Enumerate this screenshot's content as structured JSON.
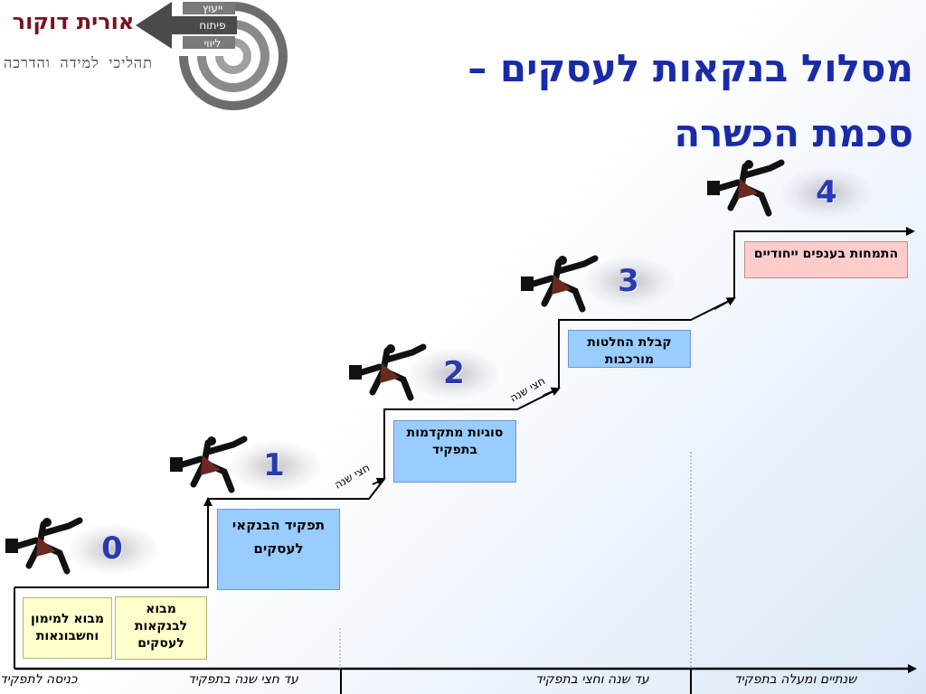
{
  "logo": {
    "name": "אורית דוקור",
    "subtitle": "תהליכי למידה והדרכה",
    "tags": [
      "ייעוץ",
      "פיתוח",
      "ליווי"
    ]
  },
  "title": {
    "line1": "מסלול בנקאות לעסקים –",
    "line2": "סכמת הכשרה"
  },
  "steps": [
    {
      "number": "0"
    },
    {
      "number": "1"
    },
    {
      "number": "2"
    },
    {
      "number": "3"
    },
    {
      "number": "4"
    }
  ],
  "boxes": {
    "intro_finance": "מבוא למימון וחשבונאות",
    "intro_business_banking": "מבוא לבנקאות לעסקים",
    "business_banker_role": "תפקיד הבנקאי לעסקים",
    "advanced_topics": "סוגיות מתקדמות בתפקיד",
    "complex_decisions": "קבלת החלטות מורכבות",
    "special_sectors": "התמחות בענפים ייחודיים"
  },
  "half_year_labels": [
    "חצי שנה",
    "חצי שנה"
  ],
  "timeline": {
    "entry": "כניסה לתפקיד",
    "half_year": "עד חצי שנה בתפקיד",
    "year_and_half": "עד שנה וחצי בתפקיד",
    "two_years_plus": "שנתיים ומעלה בתפקיד"
  },
  "colors": {
    "title": "#1a2ba8",
    "logo_name": "#7a1024",
    "number": "#2a3ab0",
    "yellow_box": "#ffffcc",
    "blue_box": "#99ccff",
    "pink_box": "#ffcccc"
  },
  "icons": [
    "running-businessman-icon",
    "briefcase-icon",
    "spiral-logo-icon",
    "arrow-left-logo-icon"
  ]
}
